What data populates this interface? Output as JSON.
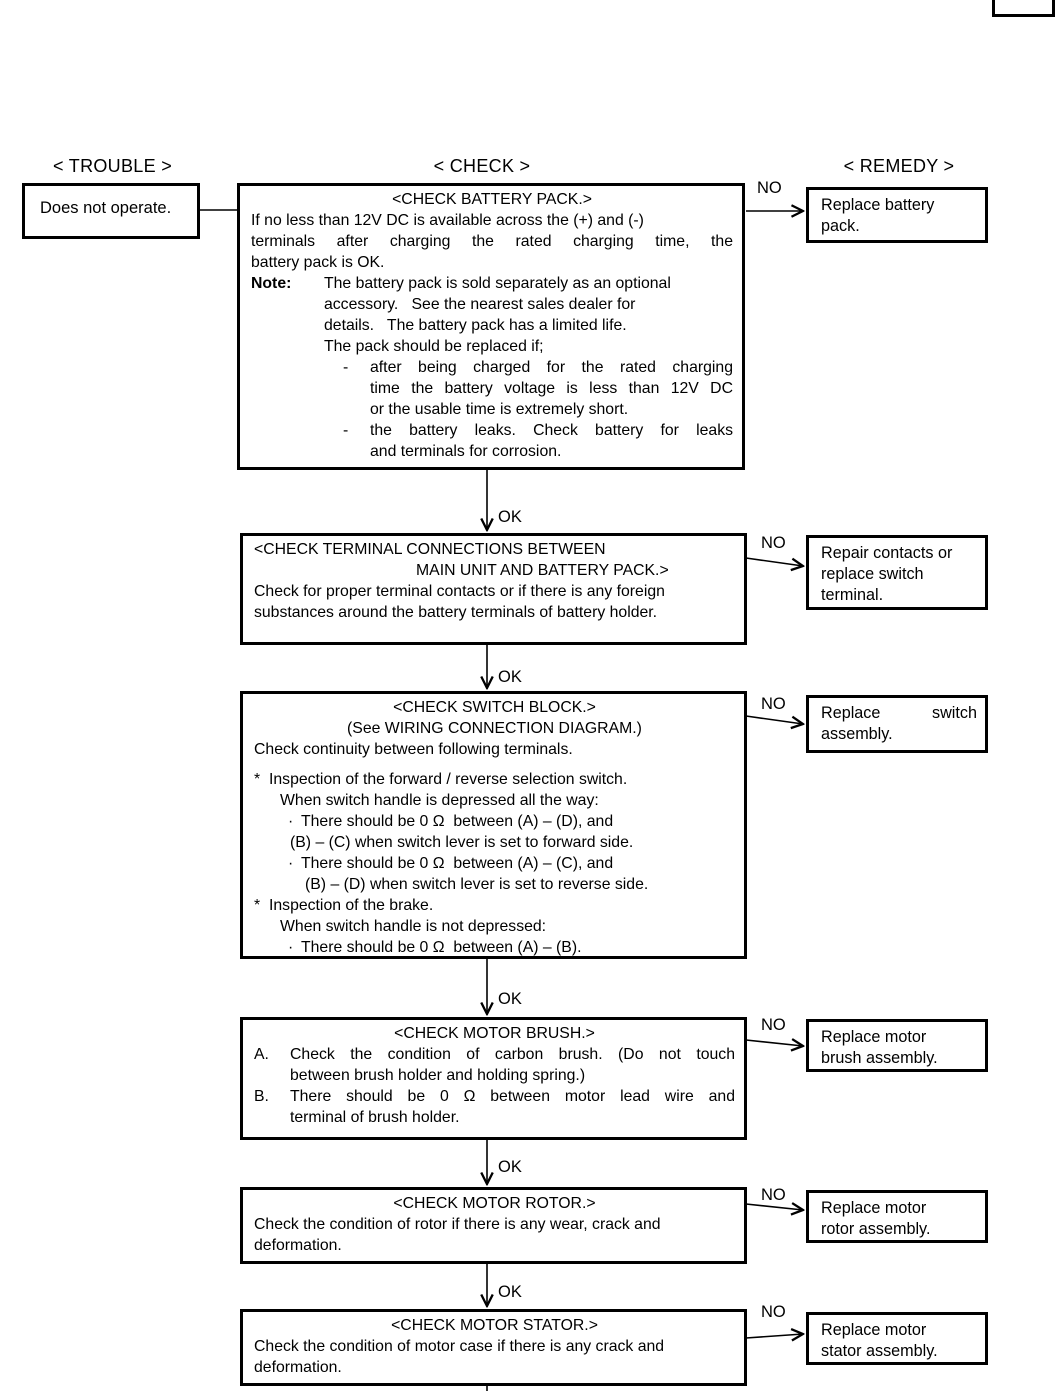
{
  "colors": {
    "ink": "#000000",
    "paper": "#ffffff"
  },
  "headers": {
    "trouble": "< TROUBLE >",
    "check": "< CHECK >",
    "remedy": "< REMEDY >"
  },
  "trouble": {
    "text": "Does not operate."
  },
  "steps": [
    {
      "name": "check-battery-pack",
      "no_label": "NO",
      "ok_label": "OK",
      "check_lines": [
        {
          "t": "<CHECK BATTERY PACK.>",
          "c": 1
        },
        {
          "t": "If no less than 12V DC is available across the (+) and (-)"
        },
        {
          "t": "terminals after charging the rated charging time, the",
          "j": 1
        },
        {
          "t": "battery pack is OK."
        },
        {
          "m": "Note:",
          "mb": 1,
          "mx": 0,
          "px": 73,
          "t": "The battery pack is sold separately as an optional"
        },
        {
          "px": 73,
          "t": "accessory.   See the nearest sales dealer for"
        },
        {
          "px": 73,
          "t": "details.   The battery pack has a limited life."
        },
        {
          "px": 73,
          "t": "The pack should be replaced if;"
        },
        {
          "m": "-",
          "mx": 92,
          "px": 119,
          "j": 1,
          "t": "after being charged for the rated charging"
        },
        {
          "px": 119,
          "j": 1,
          "t": "time the battery voltage is less than 12V DC"
        },
        {
          "px": 119,
          "t": "or the usable time is extremely short."
        },
        {
          "m": "-",
          "mx": 92,
          "px": 119,
          "j": 1,
          "t": "the battery leaks. Check battery for leaks"
        },
        {
          "px": 119,
          "t": "and terminals for corrosion."
        }
      ],
      "remedy_name": "remedy-replace-battery-pack",
      "remedy_lines": [
        {
          "t": "Replace battery"
        },
        {
          "t": "pack."
        }
      ]
    },
    {
      "name": "check-terminal-connections",
      "no_label": "NO",
      "ok_label": "OK",
      "check_lines": [
        {
          "t": "<CHECK TERMINAL CONNECTIONS BETWEEN"
        },
        {
          "px": 162,
          "t": "MAIN UNIT AND BATTERY PACK.>"
        },
        {
          "t": "Check for proper terminal contacts or if there is any foreign"
        },
        {
          "t": "substances around the battery terminals of battery holder."
        }
      ],
      "remedy_name": "remedy-repair-contacts",
      "remedy_lines": [
        {
          "t": "Repair contacts or"
        },
        {
          "t": "replace switch"
        },
        {
          "t": "terminal."
        }
      ]
    },
    {
      "name": "check-switch-block",
      "no_label": "NO",
      "ok_label": "OK",
      "check_lines": [
        {
          "t": "<CHECK SWITCH BLOCK.>",
          "c": 1
        },
        {
          "t": "(See WIRING CONNECTION DIAGRAM.)",
          "c": 1
        },
        {
          "t": "Check continuity between following terminals."
        },
        {
          "h": 9
        },
        {
          "m": "*",
          "mx": 0,
          "px": 15,
          "t": "Inspection of the forward / reverse selection switch."
        },
        {
          "px": 26,
          "t": "When switch handle is depressed all the way:"
        },
        {
          "m": "·",
          "mx": 34,
          "px": 47,
          "t": "There should be 0 Ω  between (A) – (D), and"
        },
        {
          "px": 36,
          "t": "(B) – (C) when switch lever is set to forward side."
        },
        {
          "m": "·",
          "mx": 34,
          "px": 47,
          "t": "There should be 0 Ω  between (A) – (C), and"
        },
        {
          "px": 51,
          "t": "(B) – (D) when switch lever is set to reverse side."
        },
        {
          "m": "*",
          "mx": 0,
          "px": 15,
          "t": "Inspection of the brake."
        },
        {
          "px": 26,
          "t": "When switch handle is not depressed:"
        },
        {
          "m": "·",
          "mx": 34,
          "px": 47,
          "t": "There should be 0 Ω  between (A) – (B)."
        }
      ],
      "remedy_name": "remedy-replace-switch-assembly",
      "remedy_lines": [
        {
          "j": 1,
          "t": "Replace switch"
        },
        {
          "t": "assembly."
        }
      ]
    },
    {
      "name": "check-motor-brush",
      "no_label": "NO",
      "ok_label": "OK",
      "check_lines": [
        {
          "t": "<CHECK MOTOR BRUSH.>",
          "c": 1
        },
        {
          "m": "A.",
          "mx": 0,
          "px": 36,
          "j": 1,
          "t": "Check the condition of carbon brush. (Do not touch"
        },
        {
          "px": 36,
          "t": "between brush holder and holding spring.)"
        },
        {
          "m": "B.",
          "mx": 0,
          "px": 36,
          "j": 1,
          "t": "There should be 0 Ω between motor lead wire and"
        },
        {
          "px": 36,
          "t": "terminal of brush holder."
        }
      ],
      "remedy_name": "remedy-replace-motor-brush",
      "remedy_lines": [
        {
          "t": "Replace motor"
        },
        {
          "t": "brush assembly."
        }
      ]
    },
    {
      "name": "check-motor-rotor",
      "no_label": "NO",
      "ok_label": "OK",
      "check_lines": [
        {
          "t": "<CHECK MOTOR ROTOR.>",
          "c": 1
        },
        {
          "t": "Check the condition of rotor if there is any wear, crack and"
        },
        {
          "t": "deformation."
        }
      ],
      "remedy_name": "remedy-replace-motor-rotor",
      "remedy_lines": [
        {
          "t": "Replace motor"
        },
        {
          "t": "rotor assembly."
        }
      ]
    },
    {
      "name": "check-motor-stator",
      "no_label": "NO",
      "ok_label": null,
      "check_lines": [
        {
          "t": "<CHECK MOTOR STATOR.>",
          "c": 1
        },
        {
          "t": "Check the condition of motor case if there is any crack and"
        },
        {
          "t": "deformation."
        }
      ],
      "remedy_name": "remedy-replace-motor-stator",
      "remedy_lines": [
        {
          "t": "Replace motor"
        },
        {
          "t": "stator assembly."
        }
      ]
    }
  ]
}
